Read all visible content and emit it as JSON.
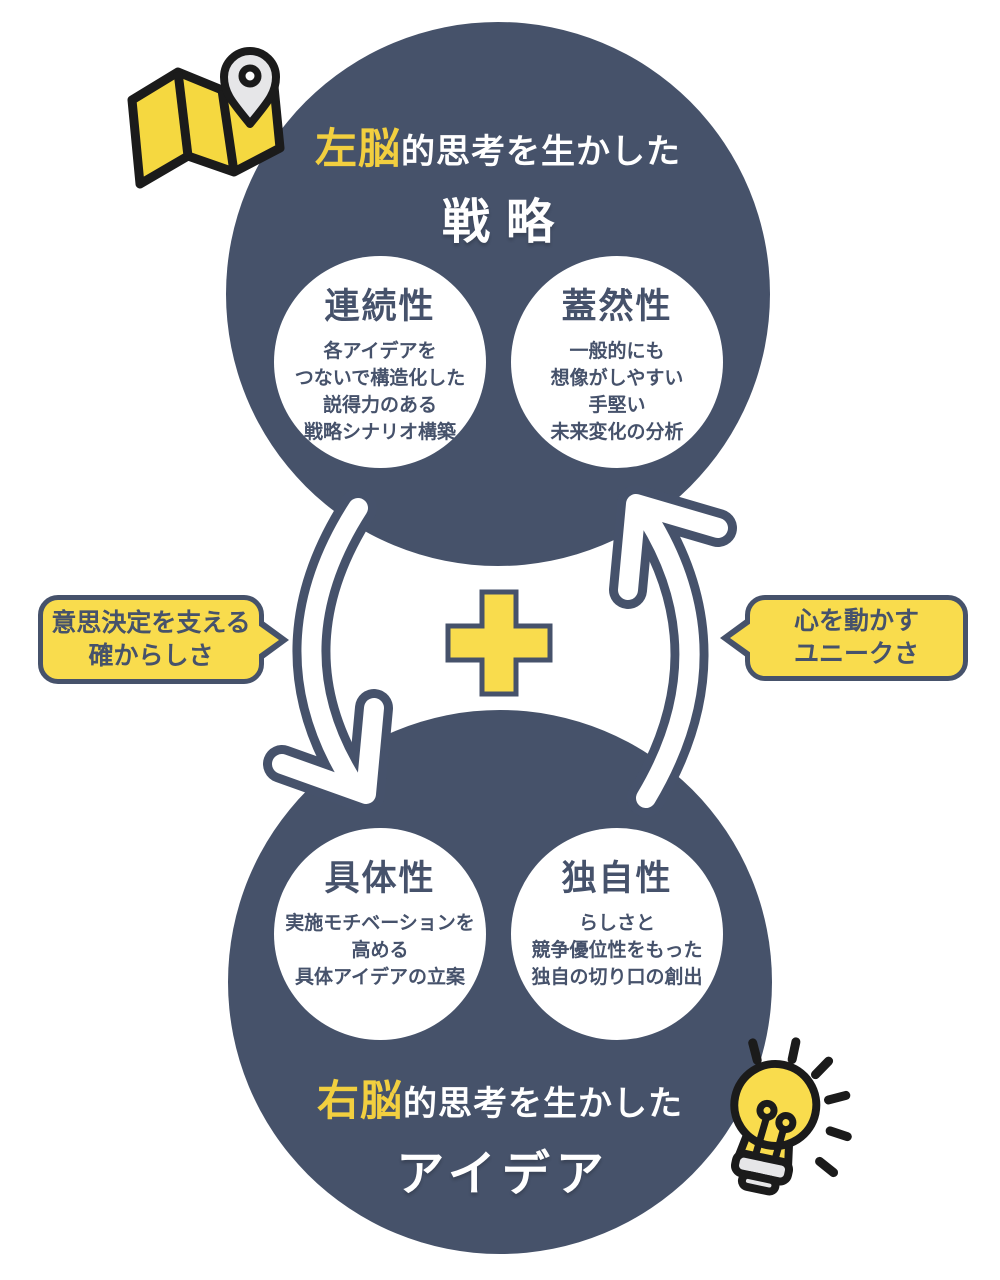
{
  "colors": {
    "navy": "#46526A",
    "text_navy": "#46526B",
    "yellow": "#F9DC4D",
    "highlight_yellow": "#F2CF3F",
    "map_yellow": "#F5D840",
    "white": "#FFFFFF",
    "icon_outline": "#1B1B1B",
    "pin_gray": "#E6E6E8"
  },
  "top_section": {
    "title_highlight": "左脳",
    "title_rest": "的思考を生かした",
    "title_main": "戦略",
    "circles": [
      {
        "heading": "連続性",
        "lines": [
          "各アイデアを",
          "つないで構造化した",
          "説得力のある",
          "戦略シナリオ構築"
        ]
      },
      {
        "heading": "蓋然性",
        "lines": [
          "一般的にも",
          "想像がしやすい",
          "手堅い",
          "未来変化の分析"
        ]
      }
    ]
  },
  "bottom_section": {
    "title_highlight": "右脳",
    "title_rest": "的思考を生かした",
    "title_main": "アイデア",
    "circles": [
      {
        "heading": "具体性",
        "lines": [
          "実施モチベーションを",
          "高める",
          "具体アイデアの立案"
        ]
      },
      {
        "heading": "独自性",
        "lines": [
          "らしさと",
          "競争優位性をもった",
          "独自の切り口の創出"
        ]
      }
    ]
  },
  "bubbles": {
    "left": {
      "lines": [
        "意思決定を支える",
        "確からしさ"
      ]
    },
    "right": {
      "lines": [
        "心を動かす",
        "ユニークさ"
      ]
    }
  },
  "icons": {
    "map": "folded-map-with-location-pin",
    "lightbulb": "glowing-idea-bulb",
    "plus": "plus-sign",
    "arrows": "cycle-exchange-arrows"
  }
}
